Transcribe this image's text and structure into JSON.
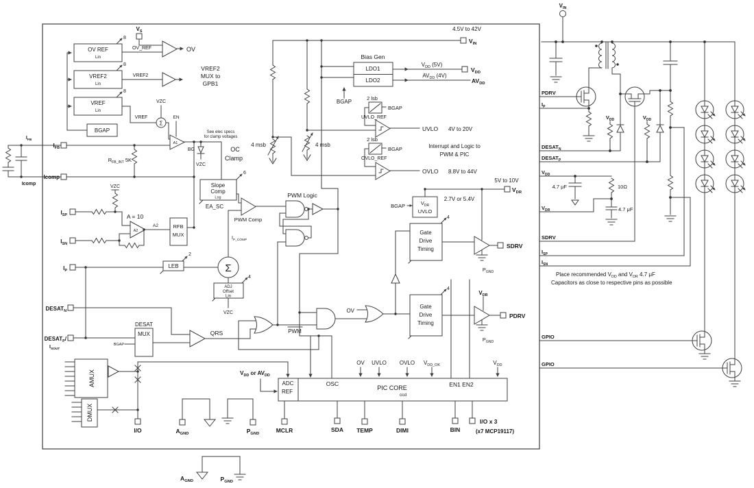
{
  "colors": {
    "wire": "#3d3d3d",
    "text": "#151515",
    "background": "#ffffff"
  },
  "labels": {
    "vs": "V_{S}",
    "ov_ref_sig": "OV_REF",
    "ov": "OV",
    "b_ovref": "OV REF",
    "lin": "Lin",
    "n8": "8",
    "b_vref2": "VREF2",
    "b_vref": "VREF",
    "bgap": "BGAP",
    "mux_to": "MUX to",
    "gpb1": "GPB1",
    "vzc": "VZC",
    "en": "EN",
    "a1": "A1",
    "sigma": "Σ",
    "see1": "See elec specs",
    "see2": "for clamp voltages",
    "oc": "OC",
    "clamp": "Clamp",
    "bg": "BG",
    "ifb": "I_{FB}",
    "rfb": "R_{FB_INT} 5K",
    "icomp": "Icomp",
    "isp": "I_{SP}",
    "isn": "I_{SN}",
    "ip": "I_{P}",
    "a10": "A = 10",
    "a2": "A2",
    "rfb_mux1": "RFB",
    "mux": "MUX",
    "leb": "LEB",
    "n2": "2",
    "n4": "4",
    "n6": "6",
    "adj": "ADJ",
    "offset": "Offset",
    "ip_comp": "I_{P_COMP}",
    "slope": "Slope",
    "comp": "Comp",
    "log": "Log",
    "ea_sc": "EA_SC",
    "pwm_comp": "PWM Comp",
    "pwm_logic": "PWM Logic",
    "pwm": "PWM",
    "desatn": "DESAT_{N}",
    "desatp": "DESAT_{P}",
    "desatp_slash": "DESAT_{P}/",
    "isout": "I_{SOUT}",
    "desat": "DESAT",
    "qrs": "QRS",
    "amux": "AMUX",
    "dmux": "DMUX",
    "io": "I/O",
    "agnd": "A_{GND}",
    "pgnd": "P_{GND}",
    "vdd_or_avdd": "V_{DD} or AV_{DD}",
    "adc": "ADC",
    "ref": "REF",
    "osc": "OSC",
    "pic_core": "PIC CORE",
    "ccd": "ccd",
    "en12": "EN1 EN2",
    "uvlo": "UVLO",
    "ovlo": "OVLO",
    "vdd_ok": "V_{DD_OK}",
    "vdd": "V_{DD}",
    "mclr": "MCLR",
    "sda": "SDA",
    "temp": "TEMP",
    "dimi": "DIMI",
    "bin": "BIN",
    "iox3": "I/O x 3",
    "x7": "(x7 MCP19117)",
    "range_vin": "4.5V to 42V",
    "vin": "V_{IN}",
    "bias_gen": "Bias Gen",
    "ldo1": "LDO1",
    "ldo2": "LDO2",
    "vdd5": "V_{DD} (5V)",
    "avdd4": "AV_{DD} (4V)",
    "avdd": "AV_{DD}",
    "lsb2": "2 lsb",
    "uvlo_ref": "UVLO_REF",
    "ovlo_ref": "OVLO_REF",
    "range_uvlo": "4V to 20V",
    "intr1": "Interrupt and Logic to",
    "intr2": "PWM & PIC",
    "range_ovlo": "8.8V to 44V",
    "msb4": "4 msb",
    "range_vdr": "5V to 10V",
    "vdr": "V_{DR}",
    "vdr_uvlo_v": "2.7V or 5.4V",
    "gate": "Gate",
    "drive": "Drive",
    "timing": "Timing",
    "sdrv": "SDRV",
    "pdrv": "PDRV",
    "gpio": "GPIO",
    "cap47": "4.7 μF",
    "r10": "10Ω",
    "note1": "Place recommended V_{DD} and V_{DR} 4.7 μF",
    "note2": "Capacitors as close to respective pins as possible"
  }
}
